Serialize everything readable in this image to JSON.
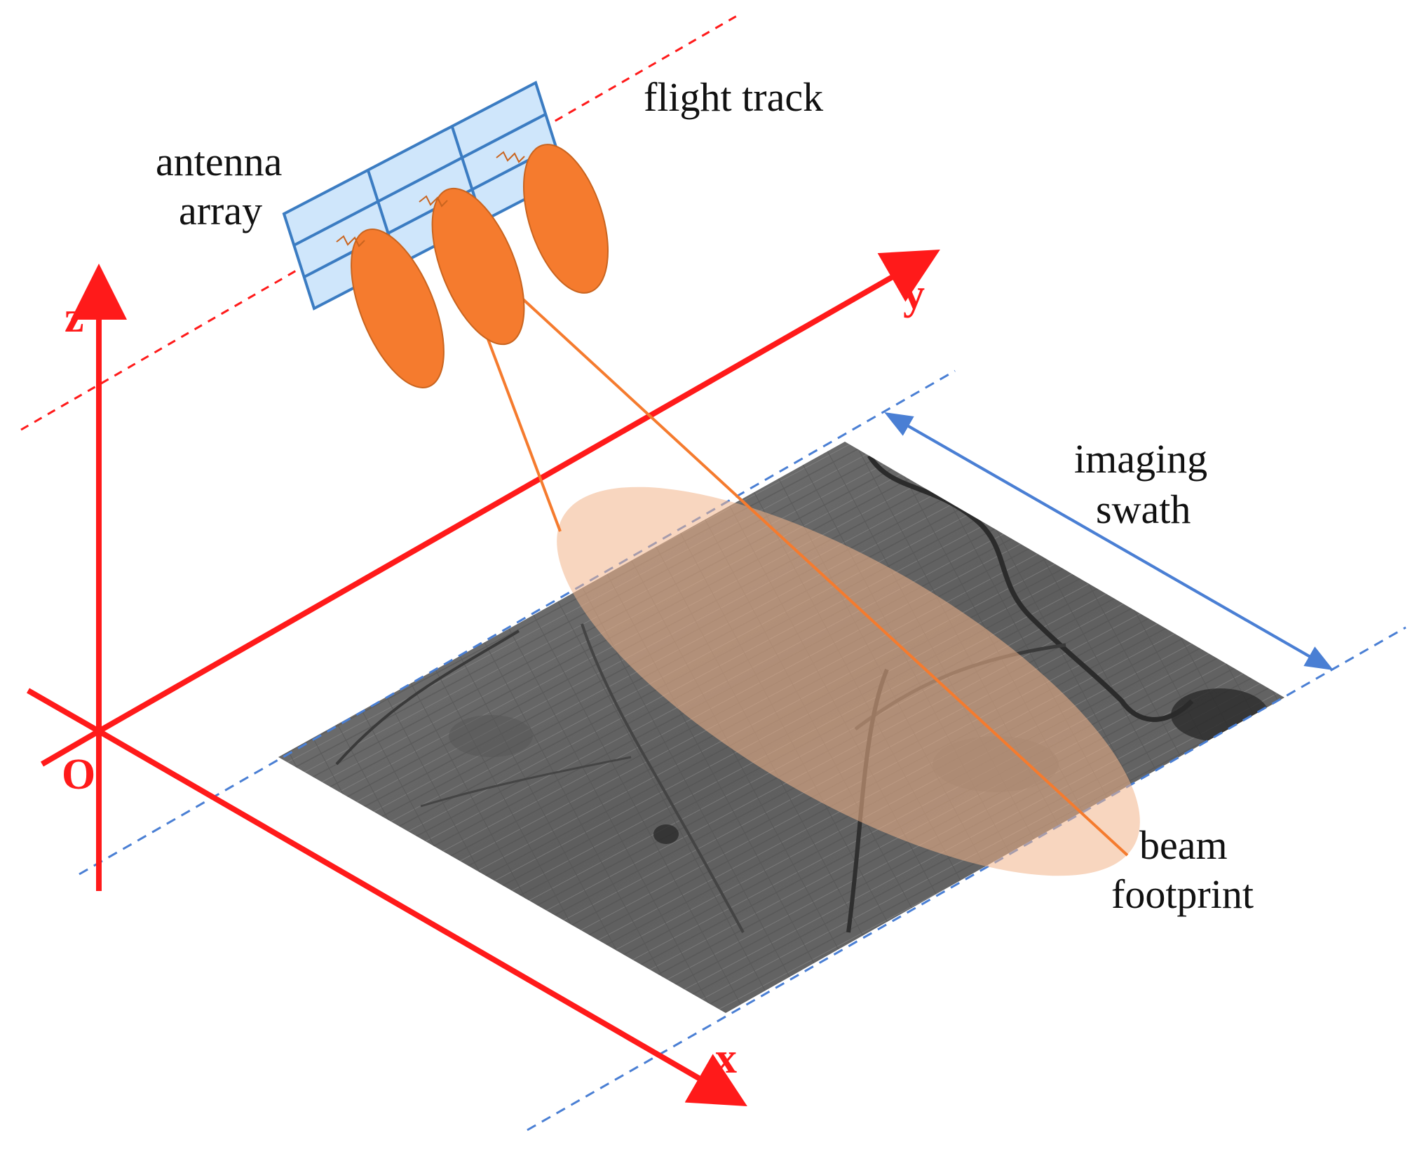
{
  "labels": {
    "flight_track": "flight track",
    "antenna_line1": "antenna",
    "antenna_line2": "array",
    "imaging_line1": "imaging",
    "imaging_line2": "swath",
    "beam_line1": "beam",
    "beam_line2": "footprint"
  },
  "axes": {
    "x": "x",
    "y": "y",
    "z": "z",
    "origin": "O"
  },
  "colors": {
    "axis": "#ff1a1a",
    "swath_lines": "#4a7fd4",
    "beam": "#f57b2e",
    "beam_outline": "#c9641f",
    "footprint": "#f3b48a",
    "antenna_fill": "#cfe6fb",
    "antenna_grid": "#3b7cc2",
    "ground": "#6b6b6b"
  }
}
